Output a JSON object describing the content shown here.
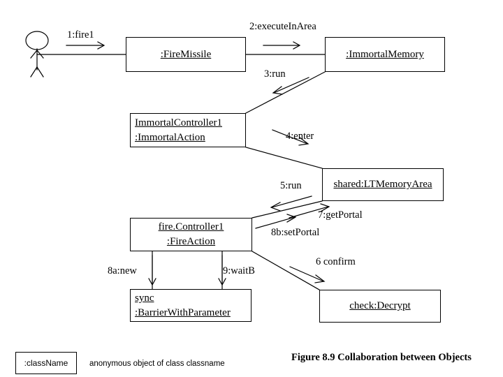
{
  "figure": {
    "caption": "Figure 8.9 Collaboration between Objects"
  },
  "actor": {
    "name": "actor-stick-figure"
  },
  "objects": [
    {
      "id": "fire-missile",
      "line1": ":FireMissile",
      "line2": ""
    },
    {
      "id": "immortal-memory",
      "line1": ":ImmortalMemory",
      "line2": ""
    },
    {
      "id": "immortal-controller",
      "line1": "ImmortalController1",
      "line2": ":ImmortalAction"
    },
    {
      "id": "lt-memory-area",
      "line1": "shared:LTMemoryArea",
      "line2": ""
    },
    {
      "id": "fire-controller",
      "line1": "fire.Controller1",
      "line2": ":FireAction"
    },
    {
      "id": "sync-barrier",
      "line1": "sync",
      "line2": ":BarrierWithParameter"
    },
    {
      "id": "check-decrypt",
      "line1": "check:Decrypt",
      "line2": ""
    }
  ],
  "messages": [
    {
      "id": "m1",
      "label": "1:fire1"
    },
    {
      "id": "m2",
      "label": "2:executeInArea"
    },
    {
      "id": "m3",
      "label": "3:run"
    },
    {
      "id": "m4",
      "label": "4:enter"
    },
    {
      "id": "m5",
      "label": "5:run"
    },
    {
      "id": "m6",
      "label": "6 confirm"
    },
    {
      "id": "m7",
      "label": "7:getPortal"
    },
    {
      "id": "m8a",
      "label": "8a:new"
    },
    {
      "id": "m8b",
      "label": "8b:setPortal"
    },
    {
      "id": "m9",
      "label": "9:waitB"
    }
  ],
  "legend": {
    "box_label": ":className",
    "description": "anonymous object of class classname"
  },
  "colors": {
    "stroke": "#000000",
    "background": "#ffffff",
    "text": "#000000"
  }
}
